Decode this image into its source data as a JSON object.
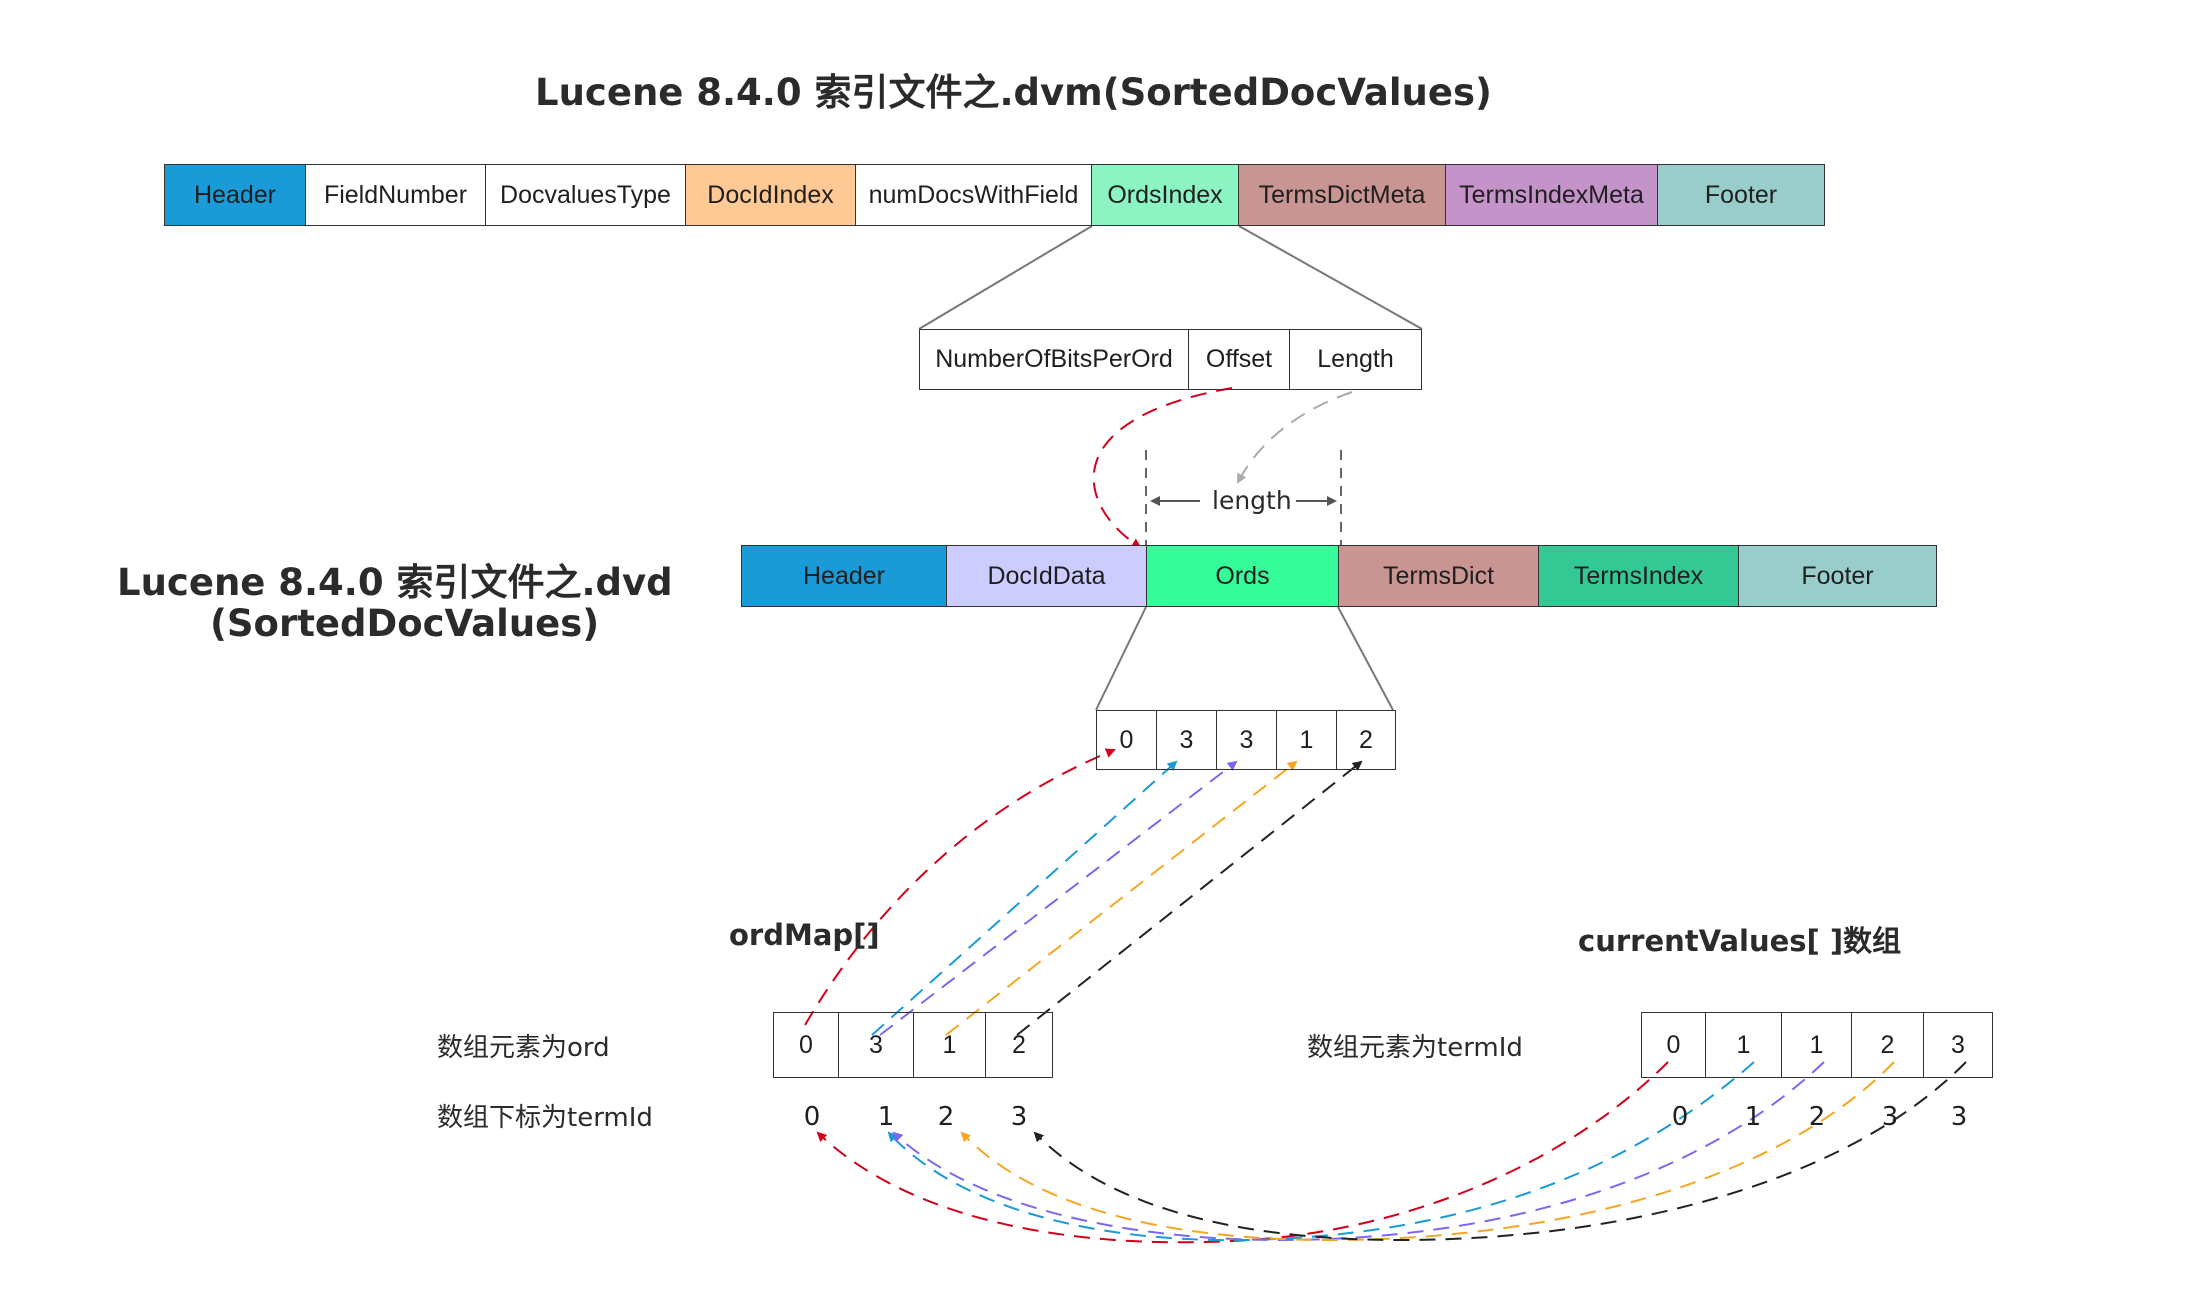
{
  "dvm": {
    "title": "Lucene 8.4.0 索引文件之.dvm(SortedDocValues)",
    "fields": [
      {
        "label": "Header",
        "color": "#1a9ad6"
      },
      {
        "label": "FieldNumber",
        "color": "#ffffff"
      },
      {
        "label": "DocvaluesType",
        "color": "#ffffff"
      },
      {
        "label": "DocIdIndex",
        "color": "#fec994"
      },
      {
        "label": "numDocsWithField",
        "color": "#ffffff"
      },
      {
        "label": "OrdsIndex",
        "color": "#8cf4c3"
      },
      {
        "label": "TermsDictMeta",
        "color": "#c99593"
      },
      {
        "label": "TermsIndexMeta",
        "color": "#c493c9"
      },
      {
        "label": "Footer",
        "color": "#99cdcc"
      }
    ],
    "ords_index_fields": [
      "NumberOfBitsPerOrd",
      "Offset",
      "Length"
    ],
    "length_label": "length"
  },
  "dvd": {
    "title_line1": "Lucene 8.4.0 索引文件之.dvd",
    "title_line2": "(SortedDocValues)",
    "fields": [
      {
        "label": "Header",
        "color": "#1a9ad6"
      },
      {
        "label": "DocIdData",
        "color": "#ccccfe"
      },
      {
        "label": "Ords",
        "color": "#35fb98"
      },
      {
        "label": "TermsDict",
        "color": "#c99593"
      },
      {
        "label": "TermsIndex",
        "color": "#34c994"
      },
      {
        "label": "Footer",
        "color": "#99cdcc"
      }
    ],
    "ords_values": [
      "0",
      "3",
      "3",
      "1",
      "2"
    ]
  },
  "ordMap": {
    "title": "ordMap[]",
    "values": [
      "0",
      "3",
      "1",
      "2"
    ],
    "indices": [
      "0",
      "1",
      "2",
      "3"
    ]
  },
  "currentValues": {
    "title": "currentValues[ ]数组",
    "values": [
      "0",
      "1",
      "1",
      "2",
      "3"
    ],
    "indices": [
      "0",
      "1",
      "2",
      "3",
      "3"
    ]
  },
  "labels": {
    "ordMap_elements": "数组元素为ord",
    "ordMap_index": "数组下标为termId",
    "currentValues_elements": "数组元素为termId"
  },
  "colors": {
    "red": "#d0021b",
    "cyan": "#1a9ad6",
    "purple": "#7b68ee",
    "orange": "#f5a623",
    "black": "#222222",
    "gray": "#aaaaaa"
  }
}
